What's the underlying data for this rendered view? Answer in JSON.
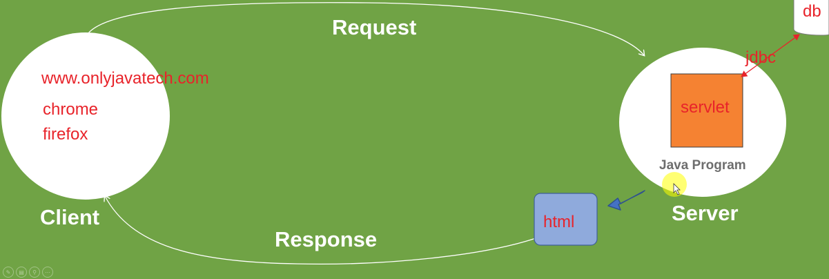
{
  "labels": {
    "request": "Request",
    "response": "Response",
    "client": "Client",
    "server": "Server"
  },
  "client": {
    "url": "www.onlyjavatech.com",
    "browsers": [
      "chrome",
      "firefox"
    ]
  },
  "server": {
    "component": "servlet",
    "program": "Java Program",
    "connector": "jdbc",
    "database": "db"
  },
  "output": {
    "format": "html"
  },
  "colors": {
    "background": "#70a345",
    "text_red": "#e8232a",
    "servlet_fill": "#f58232",
    "html_box_fill": "#8faadc",
    "arrow_blue": "#4472c4",
    "pointer_highlight": "#ffff00"
  },
  "toolbar": {
    "icons": [
      "pen-icon",
      "slides-icon",
      "zoom-icon",
      "more-icon"
    ]
  }
}
